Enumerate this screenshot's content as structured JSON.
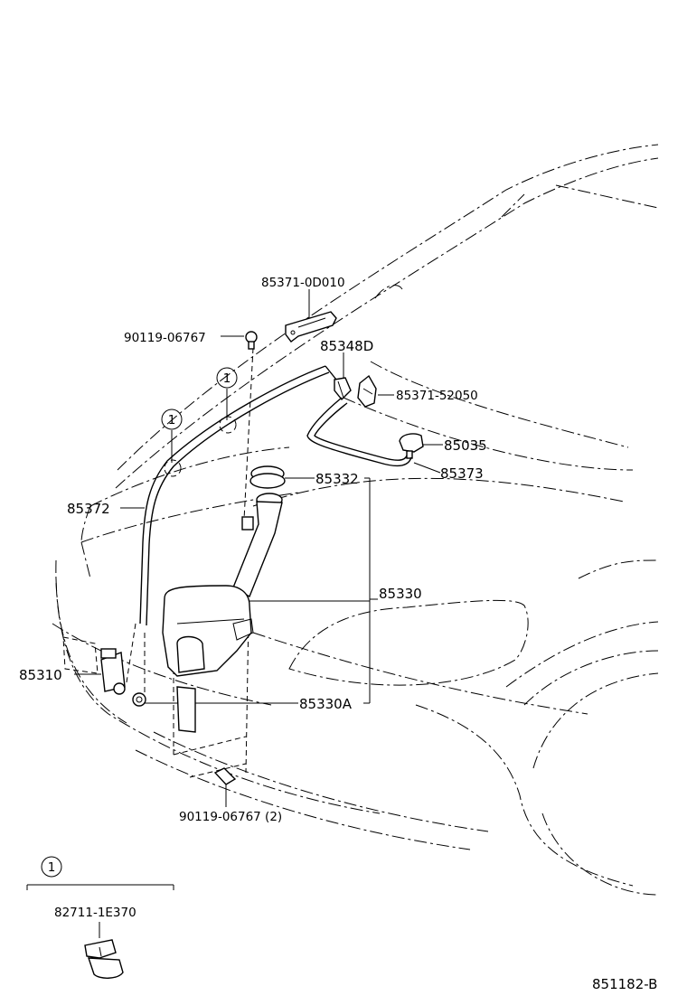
{
  "parts": {
    "p85371_0D010": "85371-0D010",
    "p90119_06767": "90119-06767",
    "p85348D": "85348D",
    "p85371_52050": "85371-52050",
    "p85035": "85035",
    "p85373": "85373",
    "p85332": "85332",
    "p85372": "85372",
    "p85330": "85330",
    "p85310": "85310",
    "p85330A": "85330A",
    "p90119_06767_2": "90119-06767 (2)"
  },
  "callouts": {
    "marker": "1"
  },
  "inset": {
    "marker": "1",
    "part": "82711-1E370"
  },
  "figure_id": "851182-B"
}
